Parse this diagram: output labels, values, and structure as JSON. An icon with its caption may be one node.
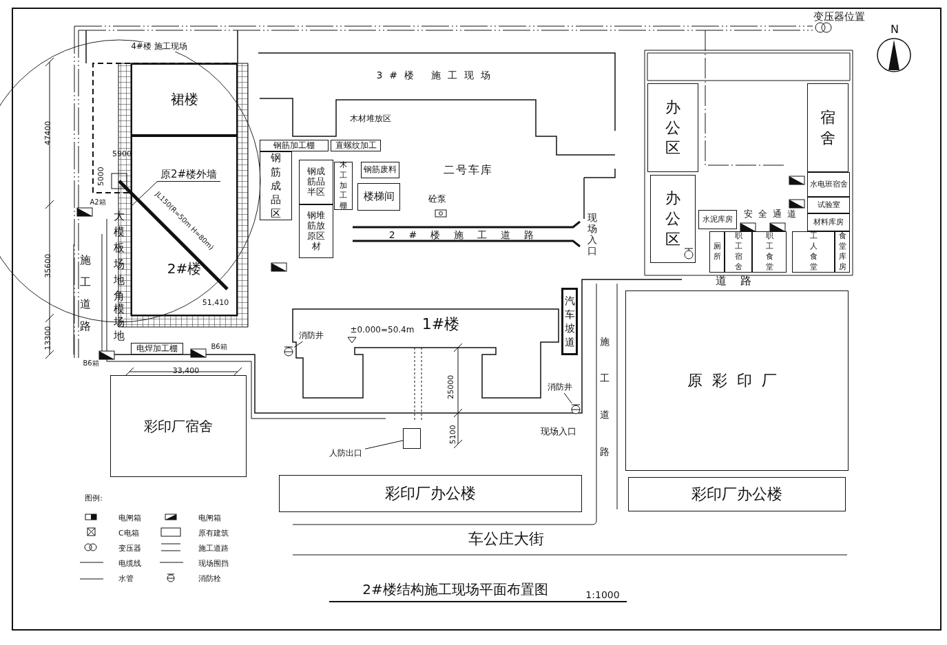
{
  "diagram": {
    "title": "2#楼结构施工现场平面布置图",
    "nodes": [
      {
        "text": [
          "4#楼 施工现场"
        ]
      },
      {
        "text": [
          "裙楼"
        ]
      },
      {
        "text": [
          "2#楼"
        ]
      },
      {
        "text": [
          "3#楼 施工现场"
        ]
      },
      {
        "text": [
          "钢筋加工棚"
        ]
      },
      {
        "text": [
          "直螺纹加工"
        ]
      },
      {
        "text": [
          "钢筋成品区"
        ]
      },
      {
        "text": [
          "钢成筋品半区"
        ]
      },
      {
        "text": [
          "钢堆筋放原区材"
        ]
      },
      {
        "text": [
          "木工加工棚"
        ]
      },
      {
        "text": [
          "钢筋废料"
        ]
      },
      {
        "text": [
          "楼梯间"
        ]
      },
      {
        "text": [
          "汽车坡道"
        ]
      },
      {
        "text": [
          "电焊加工棚"
        ]
      },
      {
        "text": [
          "彩印厂宿舍"
        ]
      },
      {
        "text": [
          "原彩印厂"
        ]
      },
      {
        "text": [
          "彩印厂办公楼"
        ]
      },
      {
        "text": [
          "彩印厂办公楼"
        ]
      },
      {
        "text": [
          "办公区"
        ]
      },
      {
        "text": [
          "办公区"
        ]
      },
      {
        "text": [
          "宿舍"
        ]
      },
      {
        "text": [
          "水电班宿舍"
        ]
      },
      {
        "text": [
          "试验室"
        ]
      },
      {
        "text": [
          "材料库房"
        ]
      },
      {
        "text": [
          "水泥库房"
        ]
      },
      {
        "text": [
          "厕所"
        ]
      },
      {
        "text": [
          "职工宿舍"
        ]
      },
      {
        "text": [
          "职工食堂"
        ]
      },
      {
        "text": [
          "工人食堂"
        ]
      },
      {
        "text": [
          "食堂库房"
        ]
      },
      {
        "text": [
          "1#楼"
        ]
      },
      {
        "text": [
          "消防井"
        ]
      },
      {
        "text": [],
        "shape": "circle"
      },
      {
        "text": [
          "消防井"
        ]
      },
      {
        "text": [],
        "shape": "circle"
      },
      {
        "text": [
          "人防出口"
        ]
      },
      {
        "text": [],
        "shape": "box"
      },
      {
        "text": [
          "原2#楼外墙"
        ],
        "in": 2
      }
    ],
    "edges": [
      {
        "from": 31,
        "to": 32,
        "arrow": "none"
      },
      {
        "from": 33,
        "to": 34,
        "arrow": "none"
      },
      {
        "from": 35,
        "to": 36,
        "arrow": "none"
      },
      {
        "from": 37,
        "to": 2,
        "arrow": "none"
      }
    ],
    "labels": [
      "变压器位置",
      "N",
      "47400",
      "5900",
      "5000",
      "A2箱",
      "JL150(R=50m H=80m)",
      "木材堆放区",
      "二号车库",
      "砼泵",
      "现场入口",
      "2#楼施工道路",
      "大模板场地",
      "施工道路",
      "35600",
      "角模场地",
      "51,410",
      "13300",
      "B6箱",
      "B6箱",
      "33,400",
      "±0.000=50.4m",
      "施工道路",
      "25000",
      "5100",
      "现场入口",
      "安全通道",
      "道路",
      "车公庄大街",
      "图例:",
      "1:1000"
    ],
    "legend": [
      {
        "text": "电闸箱"
      },
      {
        "text": "电闸箱"
      },
      {
        "text": "C电箱"
      },
      {
        "text": "原有建筑"
      },
      {
        "text": "变压器"
      },
      {
        "text": "施工道路"
      },
      {
        "text": "电缆线"
      },
      {
        "text": "现场围挡"
      },
      {
        "text": "水管"
      },
      {
        "text": "消防栓"
      }
    ]
  }
}
